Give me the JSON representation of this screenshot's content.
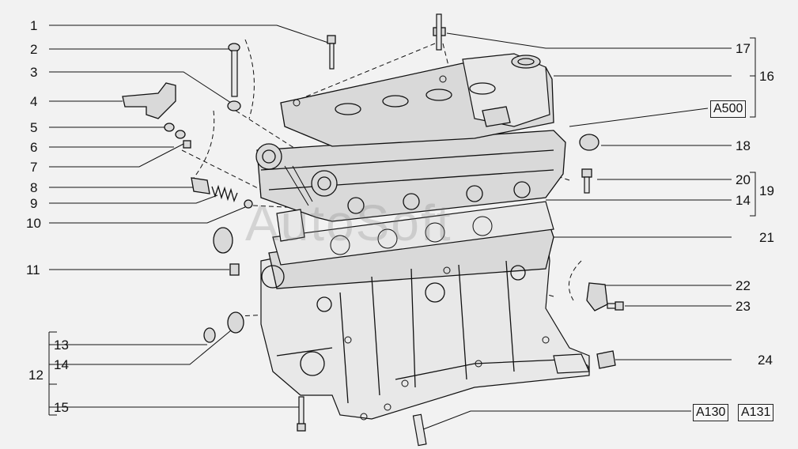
{
  "labels_left": [
    "1",
    "2",
    "3",
    "4",
    "5",
    "6",
    "7",
    "8",
    "9",
    "10",
    "11",
    "12",
    "13",
    "14",
    "15"
  ],
  "labels_right": [
    "17",
    "16",
    "18",
    "20",
    "19",
    "14",
    "21",
    "22",
    "23",
    "24"
  ],
  "codes": [
    "A500",
    "A130",
    "A131"
  ],
  "watermark": "AutoSoft"
}
